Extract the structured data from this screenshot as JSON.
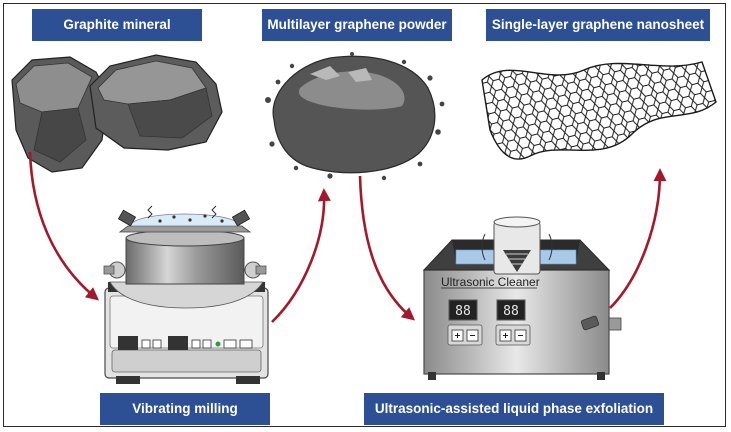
{
  "labels": {
    "graphite": "Graphite mineral",
    "multilayer": "Multilayer graphene powder",
    "single_layer": "Single-layer graphene nanosheet",
    "milling": "Vibrating milling",
    "ultrasonic": "Ultrasonic-assisted liquid phase exfoliation"
  },
  "device_text": {
    "cleaner_brand": "Ultrasonic Cleaner",
    "display_digits": "88"
  },
  "colors": {
    "label_bg": "#2d4f94",
    "arrow": "#a3182a",
    "water": "#a9c9e8"
  }
}
